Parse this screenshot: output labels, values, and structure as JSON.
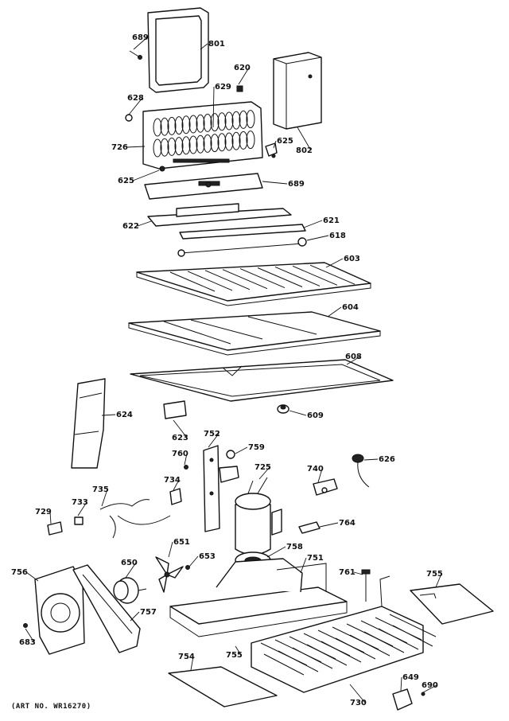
{
  "parts": [
    {
      "id": "p801",
      "label": "801"
    },
    {
      "id": "p689a",
      "label": "689"
    },
    {
      "id": "p620a",
      "label": "620"
    },
    {
      "id": "p628a",
      "label": "628"
    },
    {
      "id": "p629",
      "label": "629"
    },
    {
      "id": "p726",
      "label": "726"
    },
    {
      "id": "p625a",
      "label": "625"
    },
    {
      "id": "p802",
      "label": "802"
    },
    {
      "id": "p625b",
      "label": "625"
    },
    {
      "id": "p689b",
      "label": "689"
    },
    {
      "id": "p622",
      "label": "622"
    },
    {
      "id": "p621",
      "label": "621"
    },
    {
      "id": "p618",
      "label": "618"
    },
    {
      "id": "p603",
      "label": "603"
    },
    {
      "id": "p604",
      "label": "604"
    },
    {
      "id": "p608",
      "label": "608"
    },
    {
      "id": "p609",
      "label": "609"
    },
    {
      "id": "p624",
      "label": "624"
    },
    {
      "id": "p623",
      "label": "623"
    },
    {
      "id": "p752",
      "label": "752"
    },
    {
      "id": "p759",
      "label": "759"
    },
    {
      "id": "p760",
      "label": "760"
    },
    {
      "id": "p725",
      "label": "725"
    },
    {
      "id": "p740",
      "label": "740"
    },
    {
      "id": "p626",
      "label": "626"
    },
    {
      "id": "p734",
      "label": "734"
    },
    {
      "id": "p735",
      "label": "735"
    },
    {
      "id": "p733",
      "label": "733"
    },
    {
      "id": "p729",
      "label": "729"
    },
    {
      "id": "p764",
      "label": "764"
    },
    {
      "id": "p651",
      "label": "651"
    },
    {
      "id": "p758",
      "label": "758"
    },
    {
      "id": "p751",
      "label": "751"
    },
    {
      "id": "p653",
      "label": "653"
    },
    {
      "id": "p650",
      "label": "650"
    },
    {
      "id": "p756",
      "label": "756"
    },
    {
      "id": "p761",
      "label": "761"
    },
    {
      "id": "p755a",
      "label": "755"
    },
    {
      "id": "p757",
      "label": "757"
    },
    {
      "id": "p683",
      "label": "683"
    },
    {
      "id": "p755b",
      "label": "755"
    },
    {
      "id": "p754",
      "label": "754"
    },
    {
      "id": "p730",
      "label": "730"
    },
    {
      "id": "p649",
      "label": "649"
    },
    {
      "id": "p690",
      "label": "690"
    }
  ],
  "caption": "(ART NO. WR16270)"
}
